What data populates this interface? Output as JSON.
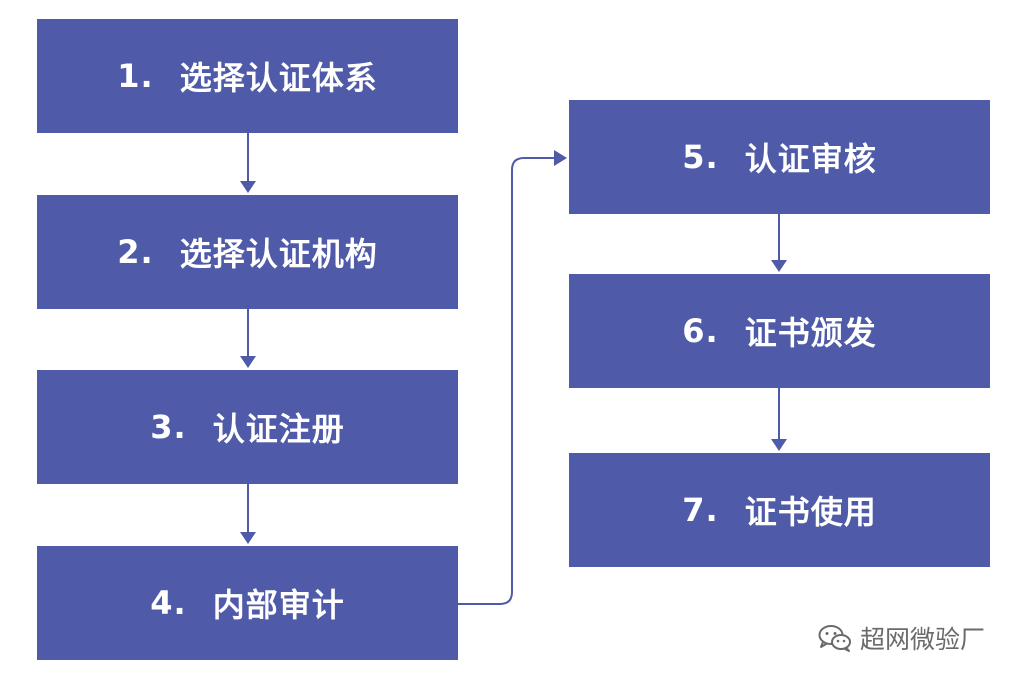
{
  "steps": [
    {
      "number": "1.",
      "label": "选择认证体系"
    },
    {
      "number": "2.",
      "label": "选择认证机构"
    },
    {
      "number": "3.",
      "label": "认证注册"
    },
    {
      "number": "4.",
      "label": "内部审计"
    },
    {
      "number": "5.",
      "label": "认证审核"
    },
    {
      "number": "6.",
      "label": "证书颁发"
    },
    {
      "number": "7.",
      "label": "证书使用"
    }
  ],
  "watermark": {
    "text": "超网微验厂",
    "icon": "wechat-icon"
  },
  "colors": {
    "box_fill": "#4f5aa8",
    "box_text": "#ffffff",
    "connector": "#4f5aa8",
    "background": "#ffffff"
  }
}
